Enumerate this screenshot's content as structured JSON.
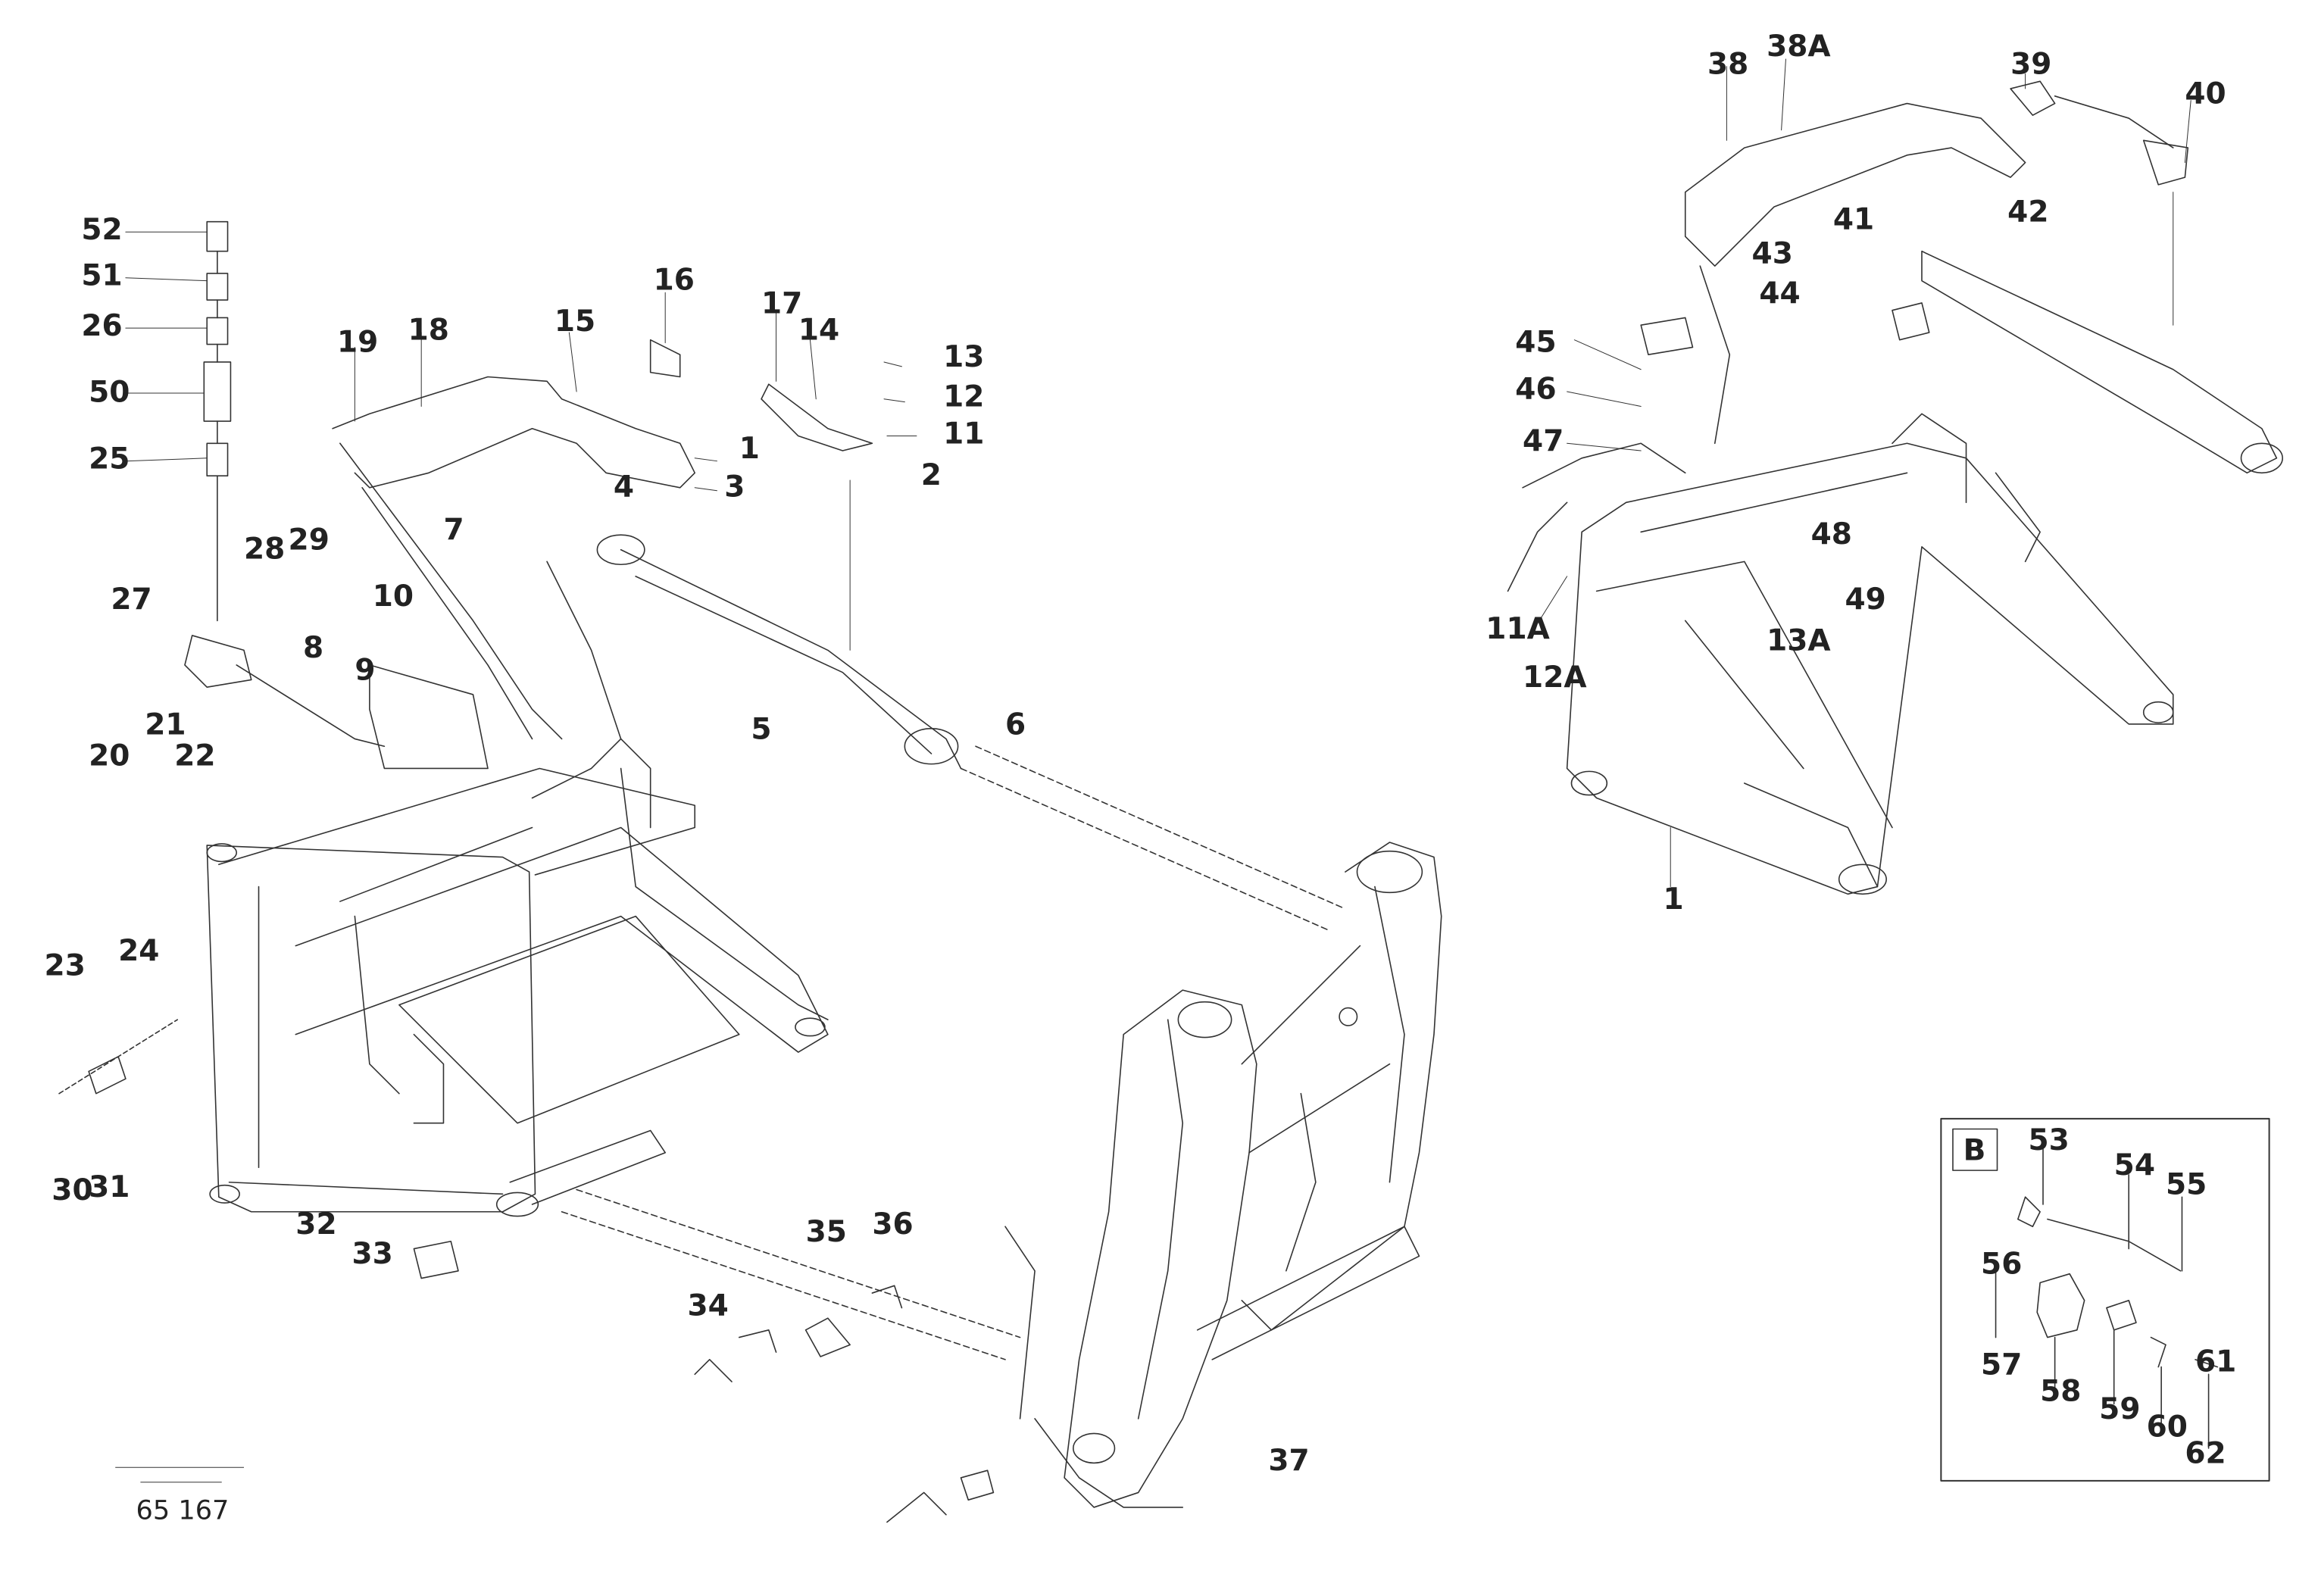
{
  "inset_label": "B",
  "drawing_reference": "65 167",
  "callouts": {
    "main": [
      "52",
      "51",
      "26",
      "50",
      "25",
      "27",
      "28",
      "29",
      "19",
      "18",
      "15",
      "16",
      "17",
      "14",
      "13",
      "12",
      "11",
      "2",
      "1",
      "3",
      "4",
      "5",
      "6",
      "7",
      "8",
      "9",
      "10",
      "20",
      "21",
      "22",
      "23",
      "24",
      "30",
      "31",
      "32",
      "33",
      "34",
      "35",
      "36",
      "37"
    ],
    "secondary": [
      "38",
      "38A",
      "39",
      "40",
      "41",
      "42",
      "43",
      "44",
      "45",
      "46",
      "47",
      "48",
      "49",
      "11A",
      "12A",
      "13A",
      "1"
    ],
    "inset": [
      "53",
      "54",
      "55",
      "56",
      "57",
      "58",
      "59",
      "60",
      "61",
      "62"
    ]
  }
}
